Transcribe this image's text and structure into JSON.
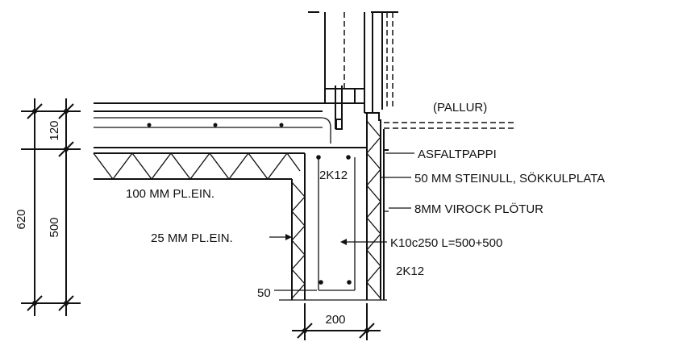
{
  "labels": {
    "pallur": "(PALLUR)",
    "asfaltpappi": "ASFALTPAPPI",
    "rebar_top": "2K12",
    "steinull": "50 MM STEINULL, SÖKKULPLATA",
    "slab_insulation": "100 MM PL.EIN.",
    "virock": "8MM VIROCK PLÖTUR",
    "wall_insulation": "25 MM PL.EIN.",
    "stirrups": "K10c250 L=500+500",
    "rebar_bottom": "2K12",
    "cover": "50"
  },
  "dimensions": {
    "total_height": "620",
    "slab_thickness": "120",
    "foundation_height": "500",
    "wall_width": "200"
  }
}
